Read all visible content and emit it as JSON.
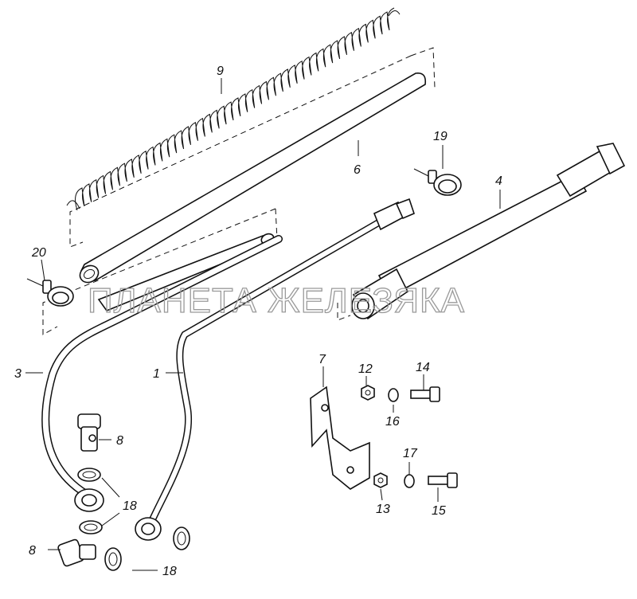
{
  "watermark": "ПЛАНЕТА ЖЕЛЕЗЯКА",
  "callouts": {
    "c1": "1",
    "c3": "3",
    "c4": "4",
    "c6": "6",
    "c7": "7",
    "c8a": "8",
    "c8b": "8",
    "c9": "9",
    "c12": "12",
    "c13": "13",
    "c14": "14",
    "c15": "15",
    "c16": "16",
    "c17": "17",
    "c18a": "18",
    "c18b": "18",
    "c19": "19",
    "c20": "20"
  }
}
